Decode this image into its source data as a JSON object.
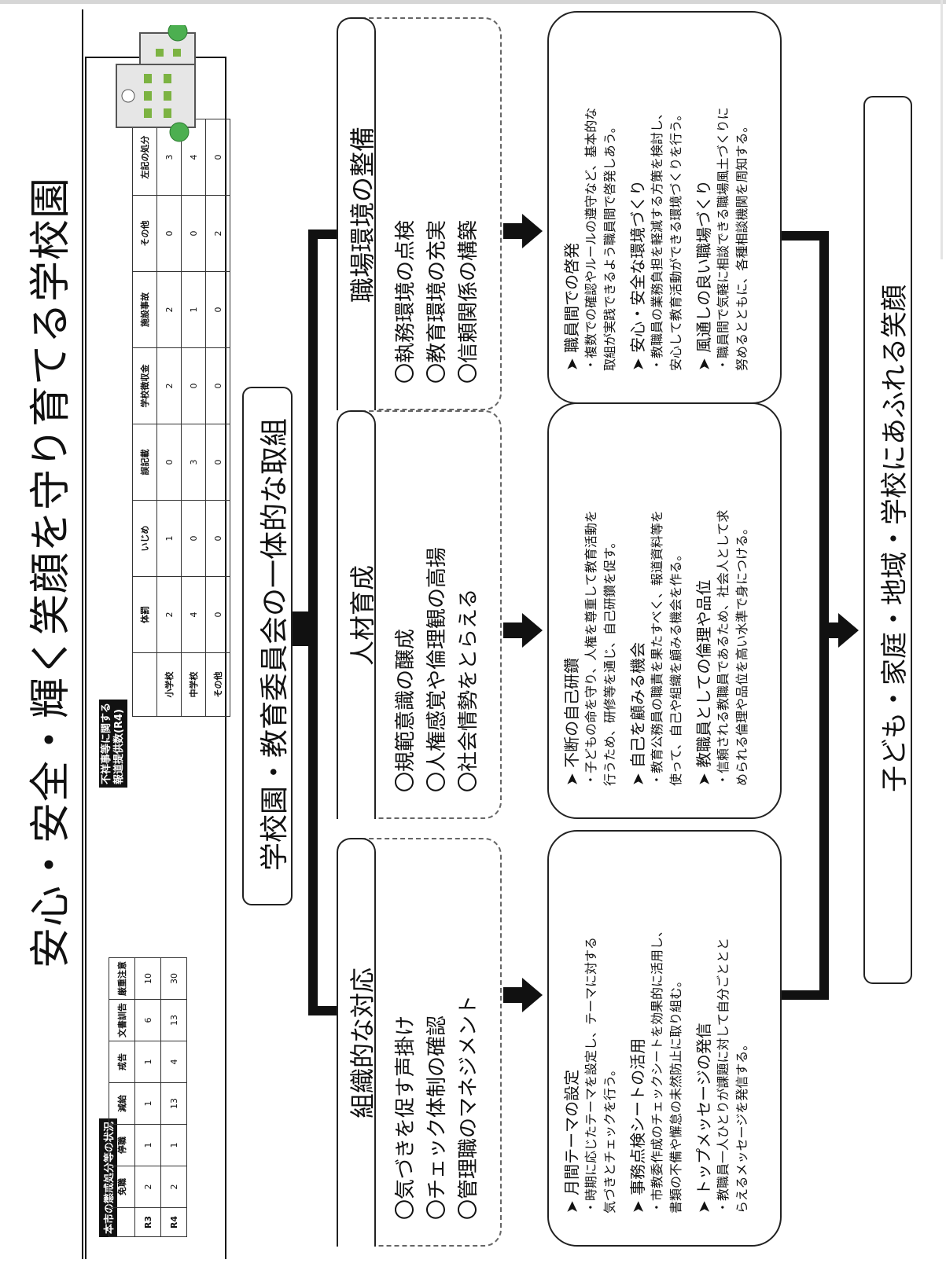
{
  "title": "安心・安全・輝く笑顔を守り育てる学校園",
  "discipline_table": {
    "caption": "本市の懲戒処分等の状況",
    "headers": [
      "",
      "免職",
      "停職",
      "減給",
      "戒告",
      "文書訓告",
      "厳重注意"
    ],
    "rows": [
      [
        "R3",
        "2",
        "1",
        "1",
        "1",
        "6",
        "10"
      ],
      [
        "R4",
        "2",
        "1",
        "13",
        "4",
        "13",
        "30"
      ]
    ]
  },
  "incident_table": {
    "caption_line1": "不祥事等に関する",
    "caption_line2": "報道提供数(R4)",
    "headers": [
      "",
      "体罰",
      "いじめ",
      "誤記載",
      "学校徴収金",
      "施設事故",
      "その他",
      "左記の処分"
    ],
    "rows": [
      [
        "小学校",
        "2",
        "1",
        "0",
        "2",
        "2",
        "0",
        "3"
      ],
      [
        "中学校",
        "4",
        "0",
        "3",
        "0",
        "1",
        "0",
        "4"
      ],
      [
        "その他",
        "0",
        "0",
        "0",
        "0",
        "0",
        "2",
        "0"
      ]
    ]
  },
  "center_label": "学校園・教育委員会の一体的な取組",
  "columns": [
    {
      "title": "組織的な対応",
      "items": [
        "〇気づきを促す声掛け",
        "〇チェック体制の確認",
        "〇管理職のマネジメント"
      ],
      "details": [
        {
          "title": "➤ 月間テーマの設定",
          "text": [
            "・時期に応じたテーマを設定し、テーマに対する",
            "気づきとチェックを行う。"
          ]
        },
        {
          "title": "➤ 事務点検シートの活用",
          "text": [
            "・市教委作成のチェックシートを効果的に活用し、",
            "書類の不備や懈怠の未然防止に取り組む。"
          ]
        },
        {
          "title": "➤ トップメッセージの発信",
          "text": [
            "・教職員一人ひとりが課題に対して自分ごととと",
            "らえるメッセージを発信する。"
          ]
        }
      ]
    },
    {
      "title": "人材育成",
      "items": [
        "〇規範意識の醸成",
        "〇人権感覚や倫理観の高揚",
        "〇社会情勢をとらえる"
      ],
      "details": [
        {
          "title": "➤ 不断の自己研鑽",
          "text": [
            "・子どもの命を守り、人権を尊重して教育活動を",
            "行うため、研修等を通じ、自己研鑽を促す。"
          ]
        },
        {
          "title": "➤ 自己を顧みる機会",
          "text": [
            "・教育公務員の職責を果たすべく、報道資料等を",
            "使って、自己や組織を顧みる機会を作る。"
          ]
        },
        {
          "title": "➤ 教職員としての倫理や品位",
          "text": [
            "・信頼される教職員であるため、社会人として求",
            "められる倫理や品位を高い水準で身につける。"
          ]
        }
      ]
    },
    {
      "title": "職場環境の整備",
      "items": [
        "〇執務環境の点検",
        "〇教育環境の充実",
        "〇信頼関係の構築"
      ],
      "details": [
        {
          "title": "➤ 職員間での啓発",
          "text": [
            "・複数での確認やルールの遵守など、基本的な",
            "取組が実践できるよう職員間で啓発しあう。"
          ]
        },
        {
          "title": "➤ 安心・安全な環境づくり",
          "text": [
            "・教職員の業務負担を軽減する方策を検討し、",
            "安心して教育活動ができる環境づくりを行う。"
          ]
        },
        {
          "title": "➤ 風通しの良い職場づくり",
          "text": [
            "・職員間で気軽に相談できる職場風土づくりに",
            "努めるとともに、各種相談機関を周知する。"
          ]
        }
      ]
    }
  ],
  "bottom_label": "子ども・家庭・地域・学校にあふれる笑顔",
  "icons": {
    "school": "school-building-icon",
    "arrow": "arrow-icon"
  }
}
